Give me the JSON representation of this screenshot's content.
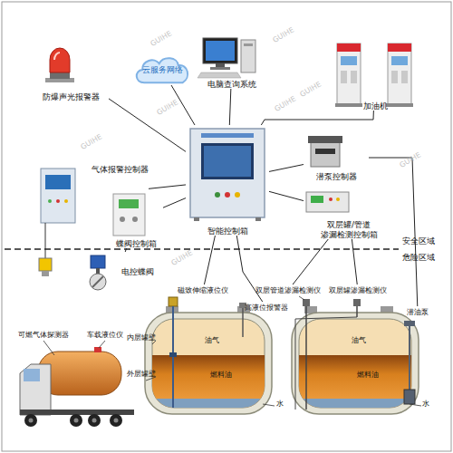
{
  "diagram": {
    "nodes": [
      {
        "text": [
          "防爆声光报警器"
        ]
      },
      {
        "text": [
          "云服务网络"
        ]
      },
      {
        "text": [
          "电脑查询系统"
        ]
      },
      {
        "text": [
          "加油机"
        ]
      },
      {
        "text": [
          "气体报警控制器"
        ]
      },
      {
        "text": [
          "蝶阀控制箱"
        ]
      },
      {
        "text": [
          "智能控制箱"
        ]
      },
      {
        "text": [
          "潜泵控制器"
        ]
      },
      {
        "text": [
          "双层罐/管道 渗漏检测控制箱"
        ]
      },
      {
        "text": [
          "电控蝶阀"
        ]
      },
      {
        "text": [
          "磁致伸缩液位仪"
        ]
      },
      {
        "text": [
          "高液位报警器"
        ]
      },
      {
        "text": [
          "双层管道渗漏检测仪"
        ]
      },
      {
        "text": [
          "双层罐渗漏检测仪"
        ]
      },
      {
        "text": [
          "潜油泵"
        ]
      }
    ],
    "edges": [
      {
        "from": 0,
        "to": 6,
        "arrow": "none"
      },
      {
        "from": 1,
        "to": 6,
        "arrow": "none"
      },
      {
        "from": 2,
        "to": 6,
        "arrow": "none"
      },
      {
        "from": 6,
        "to": 3,
        "arrow": "none"
      },
      {
        "from": 4,
        "to": 6,
        "arrow": "none"
      },
      {
        "from": 5,
        "to": 6,
        "arrow": "none"
      },
      {
        "from": 6,
        "to": 7,
        "arrow": "none"
      },
      {
        "from": 6,
        "to": 8,
        "arrow": "none"
      },
      {
        "from": 5,
        "to": 9,
        "arrow": "none"
      },
      {
        "from": 6,
        "to": 10,
        "arrow": "none"
      },
      {
        "from": 6,
        "to": 11,
        "arrow": "none"
      },
      {
        "from": 7,
        "to": 14,
        "arrow": "none"
      },
      {
        "from": 8,
        "to": 12,
        "arrow": "none"
      },
      {
        "from": 8,
        "to": 13,
        "arrow": "none"
      }
    ],
    "labels": [
      "安全区域",
      "危险区域",
      "可燃气体探测器",
      "车载液位仪",
      "内层罐壁",
      "外层罐壁",
      "油气",
      "燃料油",
      "水",
      "油气",
      "燃料油",
      "水",
      "GUIHE",
      "GUIHE",
      "GUIHE",
      "GUIHE",
      "GUIHE",
      "GUIHE",
      "GUIHE",
      "GUIHE"
    ]
  }
}
